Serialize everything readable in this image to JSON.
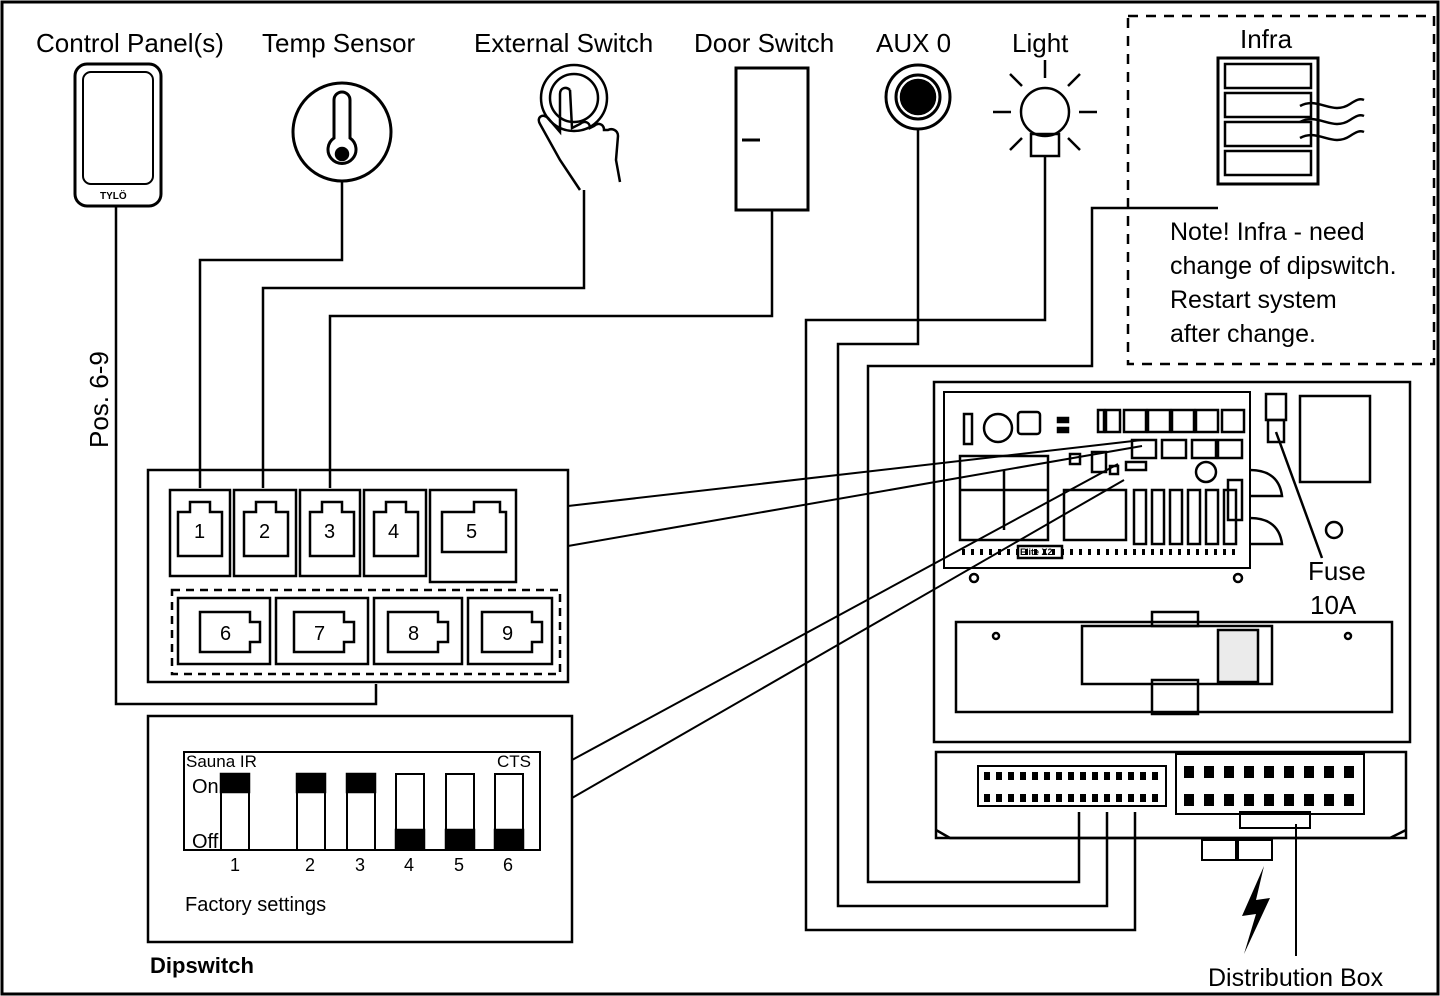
{
  "devices": {
    "control_panel": "Control Panel(s)",
    "control_panel_logo": "TYLÖ",
    "temp_sensor": "Temp Sensor",
    "external_switch": "External Switch",
    "door_switch": "Door Switch",
    "aux": "AUX 0",
    "light": "Light",
    "infra": "Infra"
  },
  "note": {
    "line1": "Note! Infra - need",
    "line2": "change of dipswitch.",
    "line3": "Restart system",
    "line4": "after change."
  },
  "pos_label": "Pos. 6-9",
  "ports": [
    "1",
    "2",
    "3",
    "4",
    "5",
    "6",
    "7",
    "8",
    "9"
  ],
  "dipswitch": {
    "title": "Dipswitch",
    "left_label": "Sauna IR",
    "right_label": "CTS",
    "on_label": "On",
    "off_label": "Off",
    "numbers": [
      "1",
      "2",
      "3",
      "4",
      "5",
      "6"
    ],
    "states": [
      "On",
      "On",
      "On",
      "Off",
      "Off",
      "Off"
    ],
    "footer": "Factory settings"
  },
  "board_label": "Elite X2",
  "fuse": {
    "line1": "Fuse",
    "line2": "10A"
  },
  "distribution_box": "Distribution Box",
  "power_icon": "lightning-bolt-icon"
}
